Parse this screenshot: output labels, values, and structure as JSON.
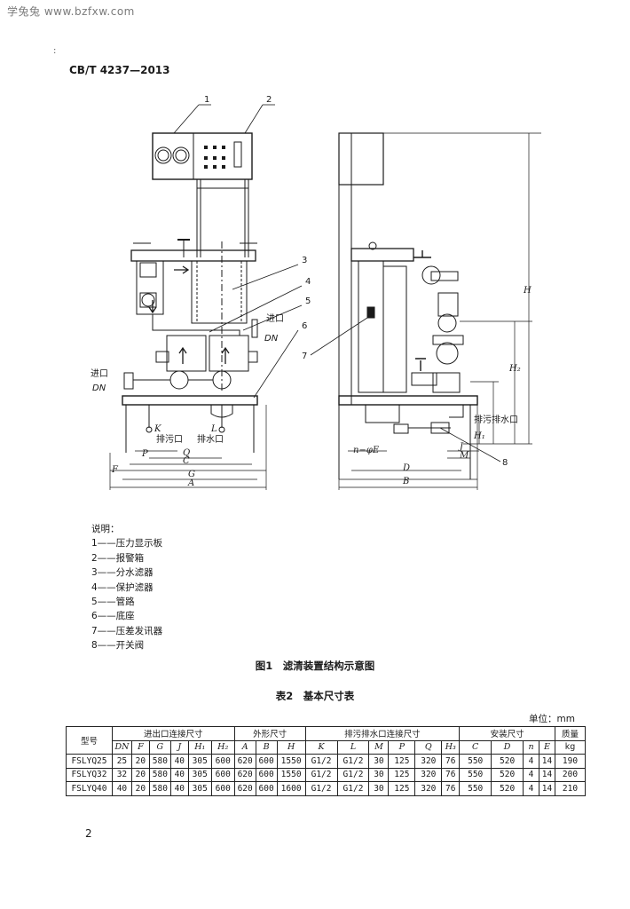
{
  "watermark": "学兔兔 www.bzfxw.com",
  "corner_mark": ":",
  "standard_code": "CB/T 4237—2013",
  "figure": {
    "callouts": [
      "1",
      "2",
      "3",
      "4",
      "5",
      "6",
      "7",
      "8"
    ],
    "labels": {
      "inlet_left": "进口",
      "inlet_left_dn": "DN",
      "inlet_mid": "进口",
      "inlet_mid_dn": "DN",
      "drain_outlet": "排污口",
      "water_outlet": "排水口",
      "drain_water_outlet": "排污排水口",
      "K": "K",
      "L": "L",
      "P": "P",
      "Q": "Q",
      "C": "C",
      "G": "G",
      "A": "A",
      "F": "F",
      "D": "D",
      "B": "B",
      "H": "H",
      "H2": "H₂",
      "H1": "H₁",
      "J": "J",
      "M": "M",
      "nphiE": "n−φE"
    }
  },
  "legend": {
    "title": "说明：",
    "items": [
      "1——压力显示板",
      "2——报警箱",
      "3——分水滤器",
      "4——保护滤器",
      "5——管路",
      "6——底座",
      "7——压差发讯器",
      "8——开关阀"
    ]
  },
  "figure_caption": "图1　滤清装置结构示意图",
  "table_caption": "表2　基本尺寸表",
  "unit_note": "单位：mm",
  "table": {
    "group_headers": {
      "model": "型号",
      "inlet": "进出口连接尺寸",
      "outline": "外形尺寸",
      "drain": "排污排水口连接尺寸",
      "install": "安装尺寸",
      "mass": "质量"
    },
    "sub_headers": [
      "DN",
      "F",
      "G",
      "J",
      "H₁",
      "H₂",
      "A",
      "B",
      "H",
      "K",
      "L",
      "M",
      "P",
      "Q",
      "H₃",
      "C",
      "D",
      "n",
      "E"
    ],
    "mass_unit": "kg",
    "rows": [
      [
        "FSLYQ25",
        "25",
        "20",
        "580",
        "40",
        "305",
        "600",
        "620",
        "600",
        "1550",
        "G1/2",
        "G1/2",
        "30",
        "125",
        "320",
        "76",
        "550",
        "520",
        "4",
        "14",
        "190"
      ],
      [
        "FSLYQ32",
        "32",
        "20",
        "580",
        "40",
        "305",
        "600",
        "620",
        "600",
        "1550",
        "G1/2",
        "G1/2",
        "30",
        "125",
        "320",
        "76",
        "550",
        "520",
        "4",
        "14",
        "200"
      ],
      [
        "FSLYQ40",
        "40",
        "20",
        "580",
        "40",
        "305",
        "600",
        "620",
        "600",
        "1600",
        "G1/2",
        "G1/2",
        "30",
        "125",
        "320",
        "76",
        "550",
        "520",
        "4",
        "14",
        "210"
      ]
    ]
  },
  "page_number": "2"
}
